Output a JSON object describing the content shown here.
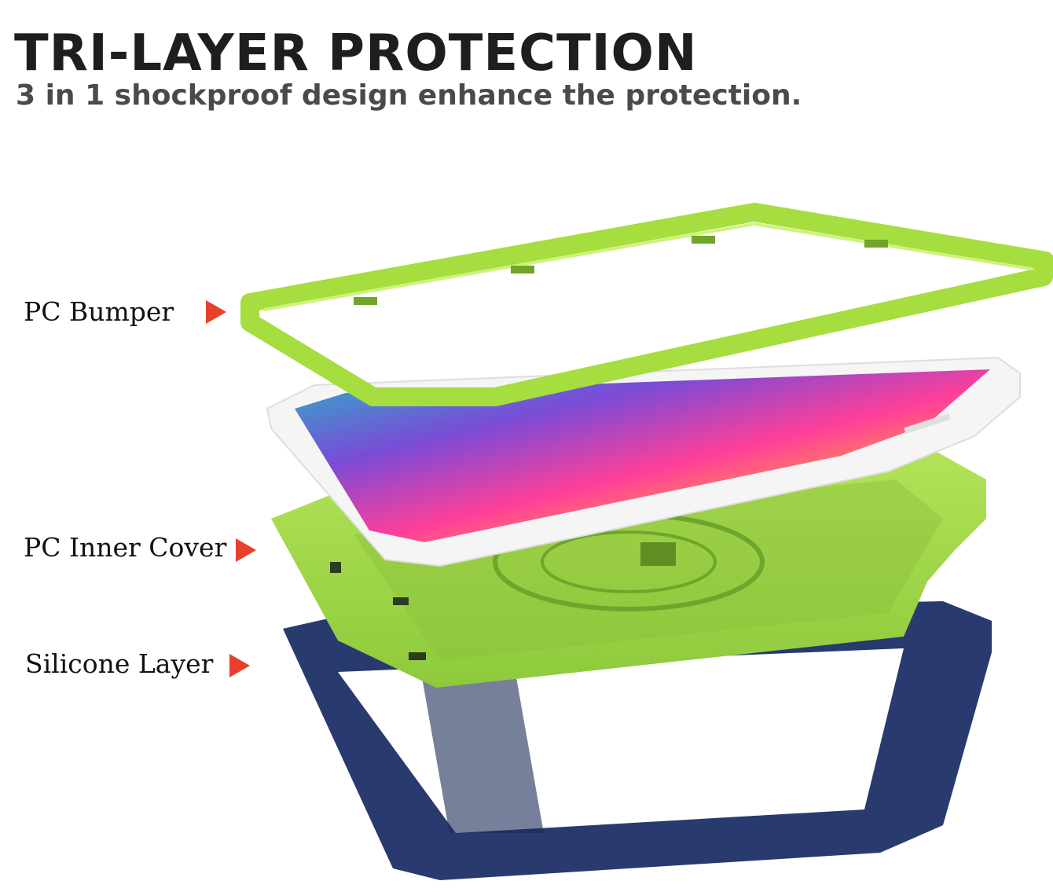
{
  "header": {
    "title": "TRI-LAYER PROTECTION",
    "subtitle": "3 in 1 shockproof design enhance the protection."
  },
  "layers": [
    {
      "label": "PC Bumper",
      "color": "#a6dd3f"
    },
    {
      "label": "PC Inner Cover",
      "color": "#9fd84a"
    },
    {
      "label": "Silicone Layer",
      "color": "#283a6e"
    }
  ],
  "colors": {
    "arrow": "#e8402a",
    "tablet_body": "#f5f5f5"
  }
}
